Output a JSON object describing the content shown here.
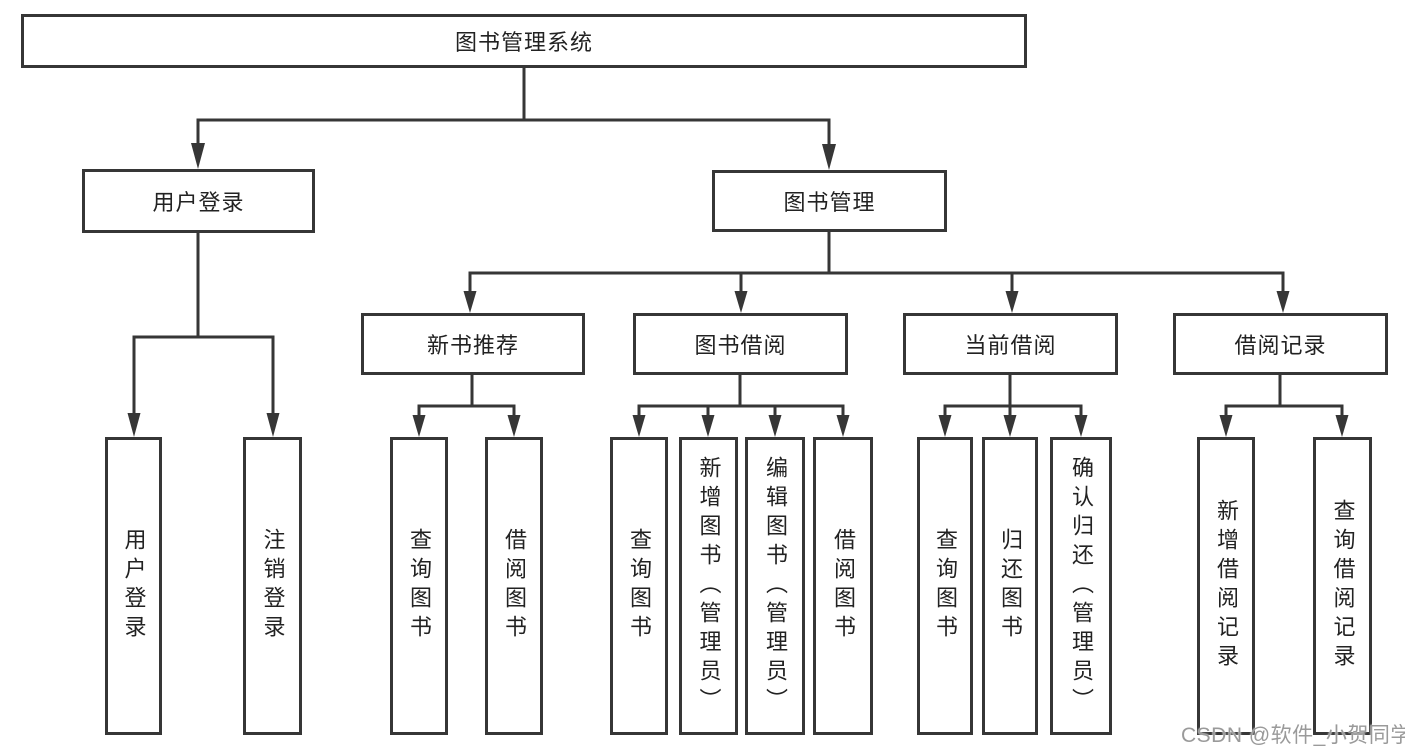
{
  "diagram": {
    "root": {
      "label": "图书管理系统"
    },
    "level2": {
      "user_login": {
        "label": "用户登录"
      },
      "book_management": {
        "label": "图书管理"
      }
    },
    "level3": {
      "new_book_recommend": {
        "label": "新书推荐"
      },
      "book_borrow": {
        "label": "图书借阅"
      },
      "current_borrow": {
        "label": "当前借阅"
      },
      "borrow_records": {
        "label": "借阅记录"
      }
    },
    "leaves": {
      "user_login": [
        "用户登录",
        "注销登录"
      ],
      "new_book_recommend": [
        "查询图书",
        "借阅图书"
      ],
      "book_borrow": [
        "查询图书",
        "新增图书（管理员）",
        "编辑图书（管理员）",
        "借阅图书"
      ],
      "current_borrow": [
        "查询图书",
        "归还图书",
        "确认归还（管理员）"
      ],
      "borrow_records": [
        "新增借阅记录",
        "查询借阅记录"
      ]
    }
  },
  "watermark": {
    "text": "CSDN @软件_小贺同学"
  },
  "colors": {
    "line": "#363636",
    "text": "#222222",
    "watermark_gray": "#9a9a9a",
    "background": "#ffffff"
  }
}
